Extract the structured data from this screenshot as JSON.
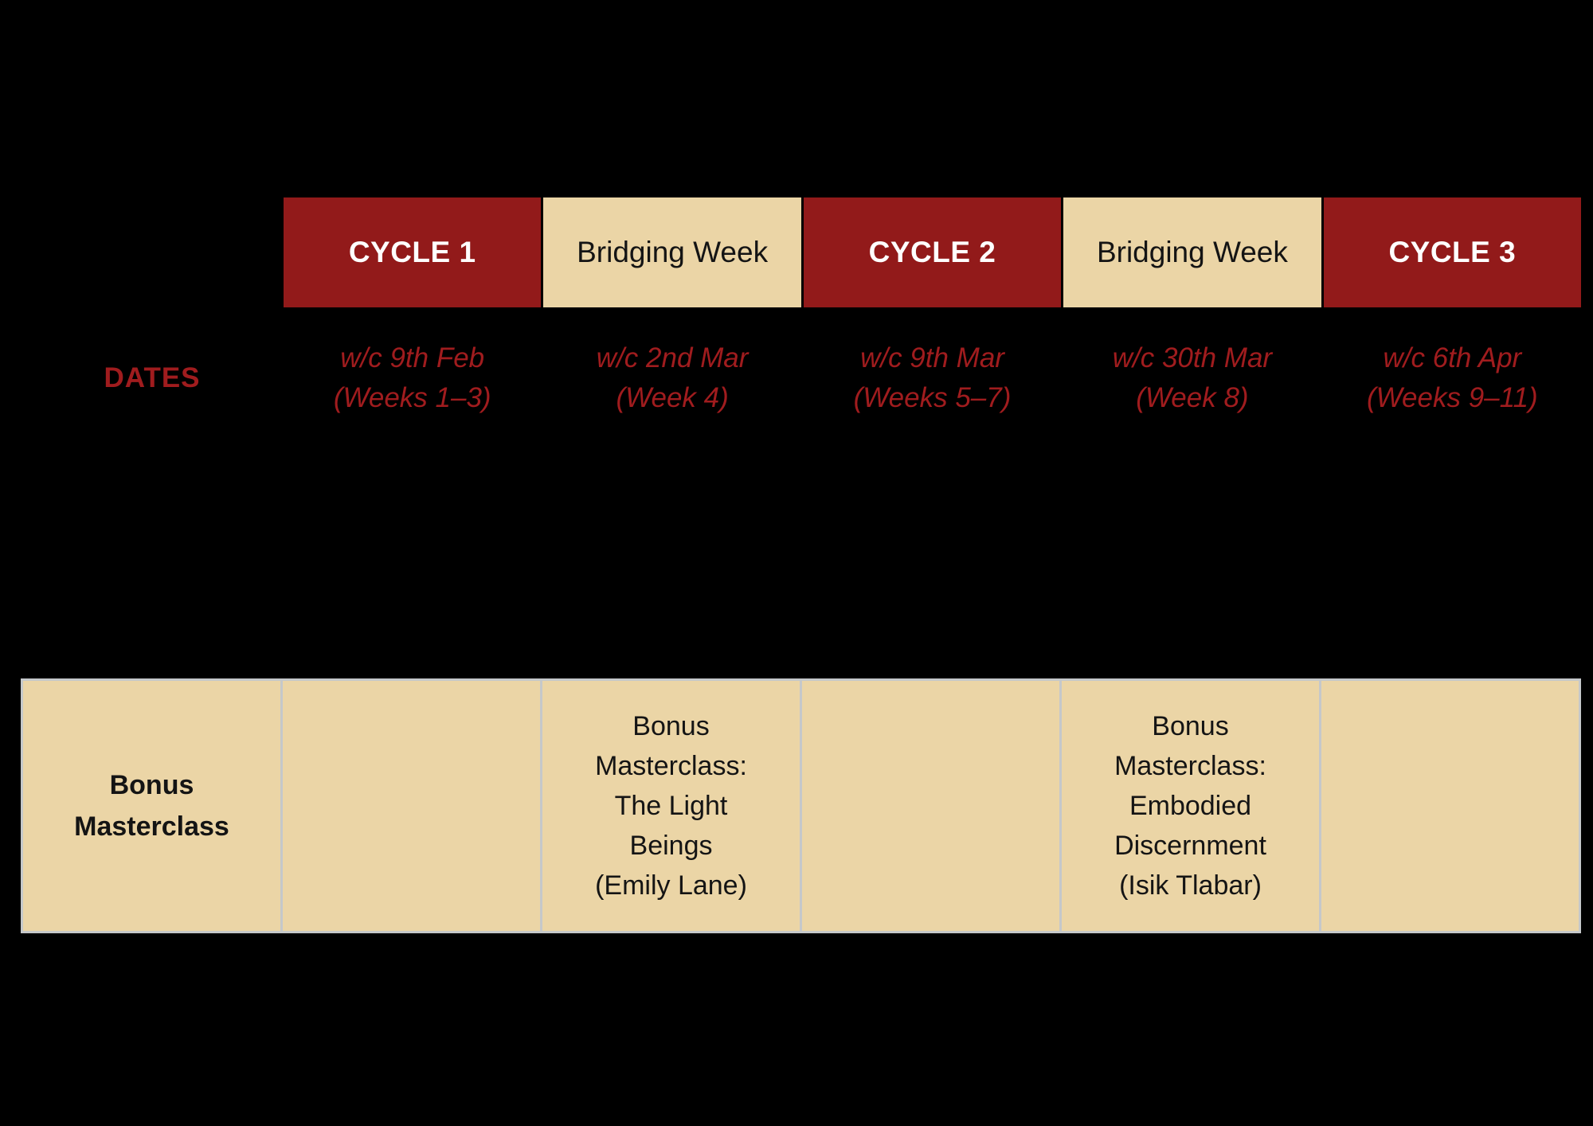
{
  "colors": {
    "background": "#000000",
    "cycle_red": "#921A1A",
    "cream": "#EBD5A6",
    "dates_red": "#A01C1E",
    "table_border_gray": "#C5C8CA",
    "header_text_white": "#FFFFFF",
    "body_text_black": "#141414"
  },
  "header_row": {
    "cells": [
      {
        "label": "CYCLE 1",
        "style": "red"
      },
      {
        "label": "Bridging Week",
        "style": "cream"
      },
      {
        "label": "CYCLE 2",
        "style": "red"
      },
      {
        "label": "Bridging Week",
        "style": "cream"
      },
      {
        "label": "CYCLE 3",
        "style": "red"
      }
    ]
  },
  "dates_row": {
    "label": "DATES",
    "cells": [
      {
        "line1": "w/c 9th Feb",
        "line2": "(Weeks 1–3)"
      },
      {
        "line1": "w/c 2nd Mar",
        "line2": "(Week 4)"
      },
      {
        "line1": "w/c 9th Mar",
        "line2": "(Weeks 5–7)"
      },
      {
        "line1": "w/c 30th Mar",
        "line2": "(Week 8)"
      },
      {
        "line1": "w/c 6th Apr",
        "line2": "(Weeks 9–11)"
      }
    ]
  },
  "bonus_row": {
    "label_lines": [
      "Bonus",
      "Masterclass"
    ],
    "cells": [
      {
        "lines": []
      },
      {
        "lines": [
          "Bonus",
          "Masterclass:",
          "The Light",
          "Beings",
          "(Emily Lane)"
        ]
      },
      {
        "lines": []
      },
      {
        "lines": [
          "Bonus",
          "Masterclass:",
          "Embodied",
          "Discernment",
          "(Isik Tlabar)"
        ]
      },
      {
        "lines": []
      }
    ]
  }
}
